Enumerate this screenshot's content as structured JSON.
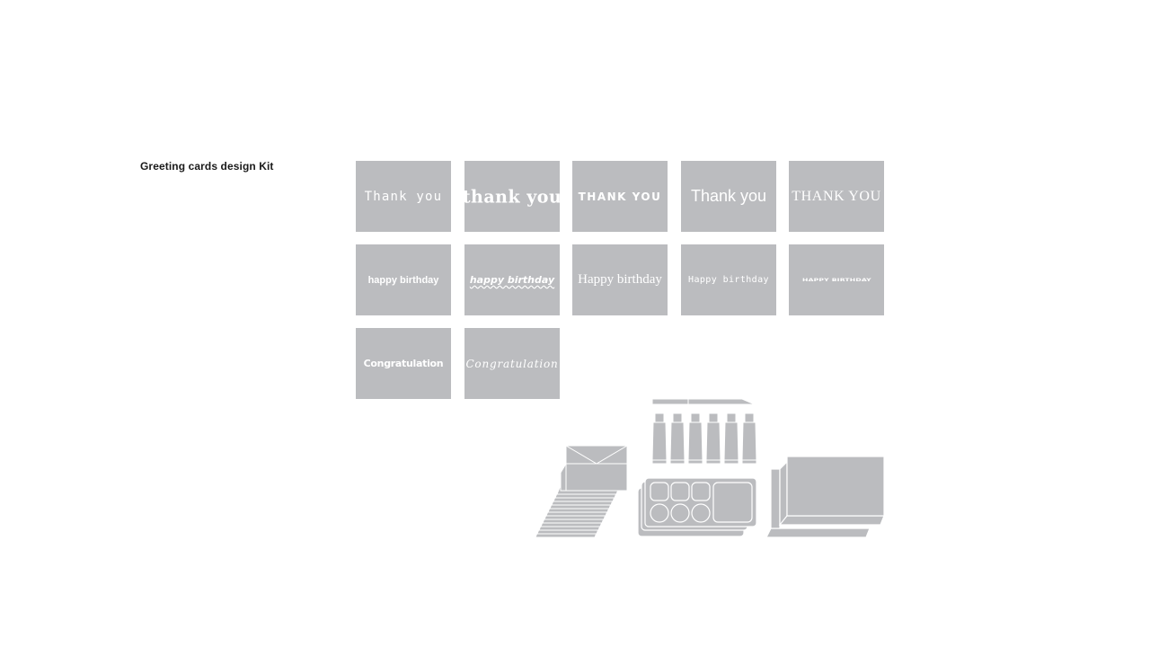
{
  "page": {
    "title": "Greeting cards design Kit"
  },
  "cards": [
    {
      "text": "Thank you",
      "style": "f-mono-light"
    },
    {
      "text": "thank you",
      "style": "f-blackletter"
    },
    {
      "text": "THANK YOU",
      "style": "f-stencil"
    },
    {
      "text": "Thank you",
      "style": "f-geo"
    },
    {
      "text": "THANK YOU",
      "style": "f-serif-caps"
    },
    {
      "text": "happy birthday",
      "style": "f-sans-bold-sm"
    },
    {
      "text": "happy birthday",
      "style": "f-wavy"
    },
    {
      "text": "Happy birthday",
      "style": "f-serif"
    },
    {
      "text": "Happy birthday",
      "style": "f-mono"
    },
    {
      "text": "HAPPY BIRTHDAY",
      "style": "f-wide"
    },
    {
      "text": "Congratulation",
      "style": "f-sans-black"
    },
    {
      "text": "Congratulation",
      "style": "f-script"
    }
  ],
  "colors": {
    "card_fill": "#bbbcbf",
    "card_text": "#ffffff",
    "title_text": "#1a1a1a",
    "background": "#ffffff"
  },
  "illustration": {
    "items": [
      "envelope-stack-icon",
      "paint-tubes-icon",
      "paint-palette-icon",
      "card-stack-icon"
    ]
  }
}
